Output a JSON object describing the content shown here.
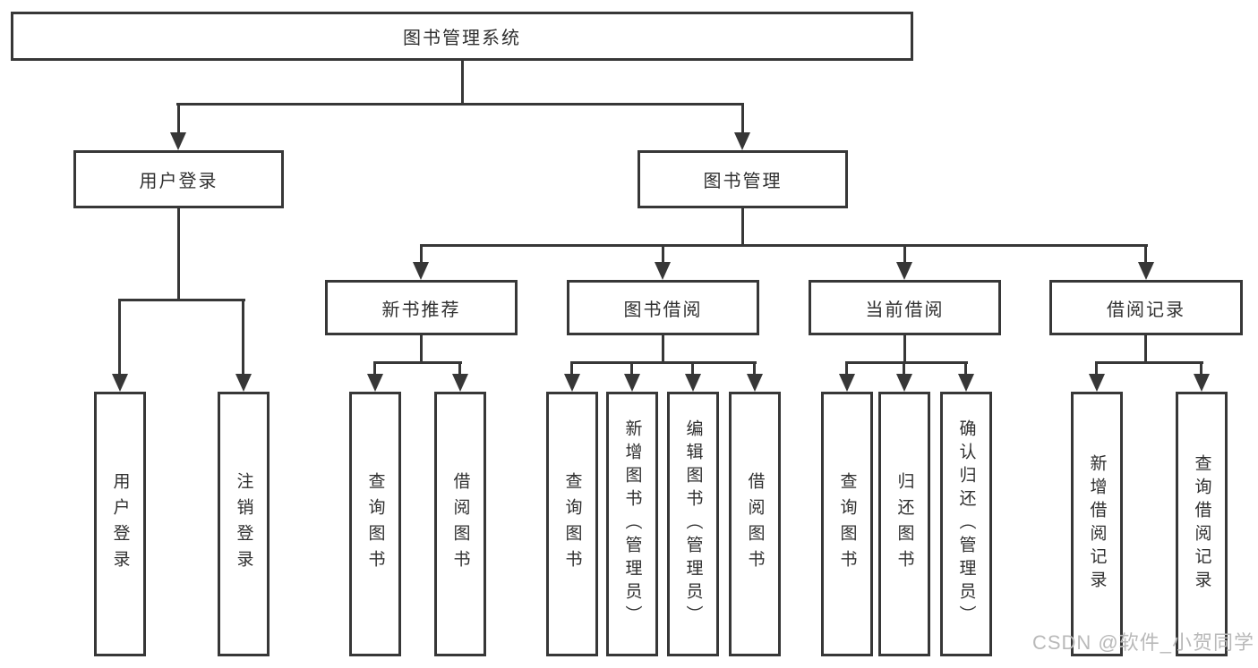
{
  "tree": {
    "root": "图书管理系统",
    "level2": [
      "用户登录",
      "图书管理"
    ],
    "login_children": [
      "用户登录",
      "注销登录"
    ],
    "modules": [
      {
        "label": "新书推荐",
        "children": [
          "查询图书",
          "借阅图书"
        ]
      },
      {
        "label": "图书借阅",
        "children": [
          "查询图书",
          "新增图书（管理员）",
          "编辑图书（管理员）",
          "借阅图书"
        ]
      },
      {
        "label": "当前借阅",
        "children": [
          "查询图书",
          "归还图书",
          "确认归还（管理员）"
        ]
      },
      {
        "label": "借阅记录",
        "children": [
          "新增借阅记录",
          "查询借阅记录"
        ]
      }
    ]
  },
  "watermark": "CSDN @软件_小贺同学",
  "colors": {
    "line": "#373737",
    "text": "#303030",
    "background": "#ffffff",
    "watermark": "#b9b9b9"
  }
}
